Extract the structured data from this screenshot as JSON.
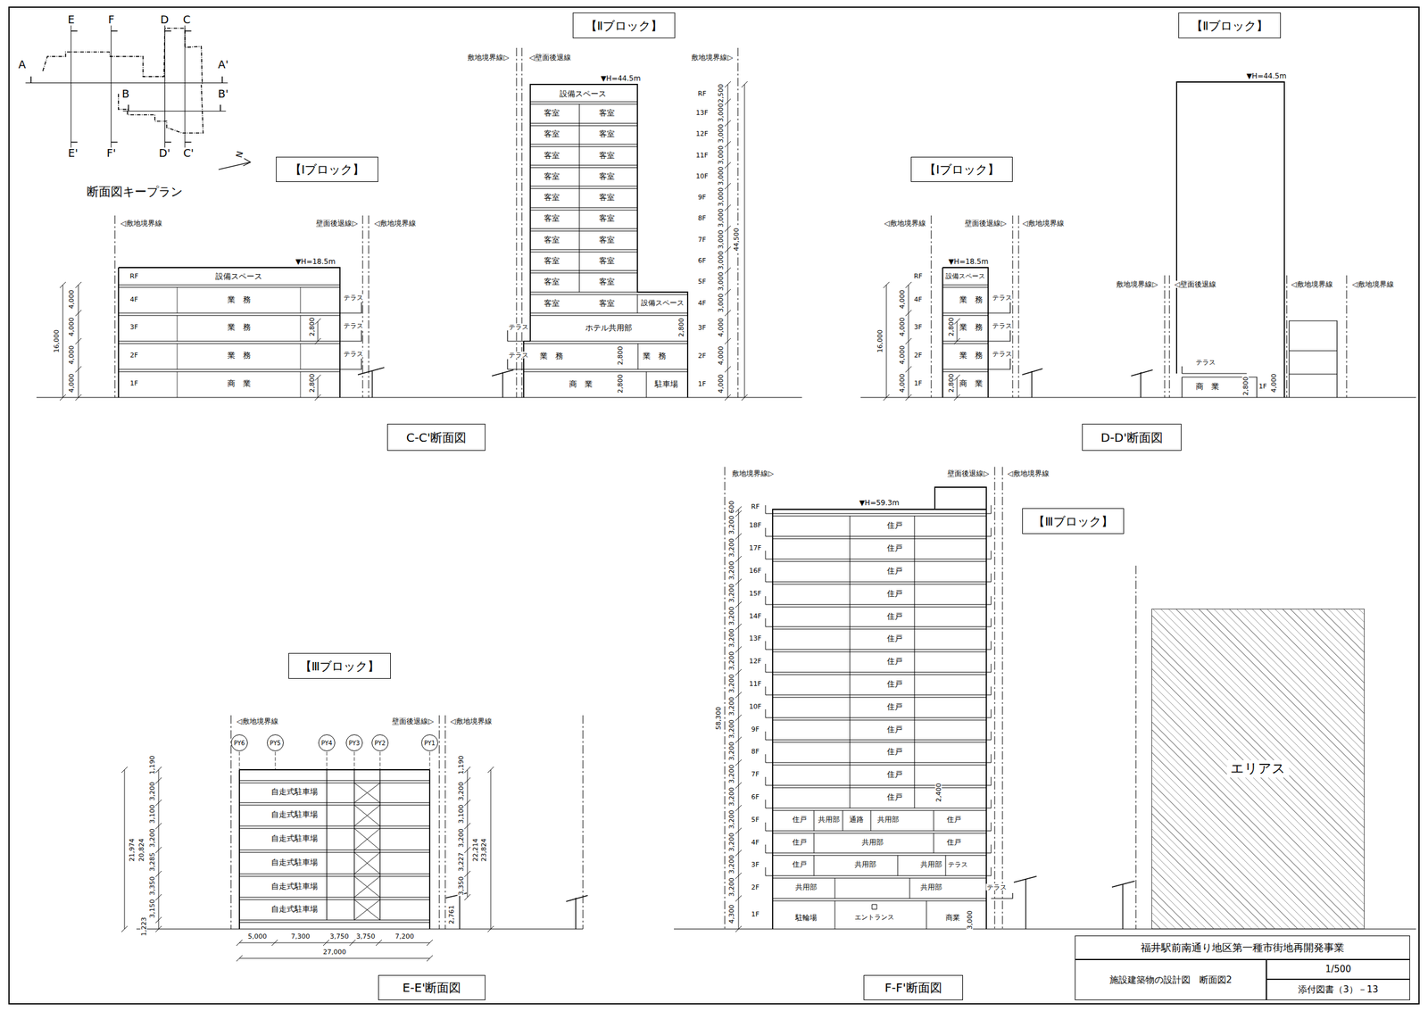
{
  "diagram": {
    "nodes": [
      {
        "text": [
          "【Ⅱブロック】"
        ]
      },
      {
        "text": [
          "【Ⅱブロック】"
        ]
      },
      {
        "text": [
          "【Ⅰブロック】"
        ]
      },
      {
        "text": [
          "【Ⅰブロック】"
        ]
      },
      {
        "text": [
          "C-C'断面図"
        ]
      },
      {
        "text": [
          "D-D'断面図"
        ]
      },
      {
        "text": [
          "【Ⅲブロック】"
        ]
      },
      {
        "text": [
          "エリアス"
        ]
      },
      {
        "text": [
          "【Ⅲブロック】"
        ]
      },
      {
        "text": [
          "PY6"
        ]
      },
      {
        "text": [
          "PY5"
        ]
      },
      {
        "text": [
          "PY4"
        ]
      },
      {
        "text": [
          "PY3"
        ]
      },
      {
        "text": [
          "PY2"
        ]
      },
      {
        "text": [
          "PY1"
        ]
      },
      {
        "text": [
          "福井駅前南通り地区第一種市街地再開発事業"
        ]
      },
      {
        "text": [
          "施設建築物の設計図　断面図2"
        ]
      },
      {
        "text": [
          "1/500"
        ]
      },
      {
        "text": [
          "添付図書（3）－13"
        ]
      },
      {
        "text": [
          "E-E'断面図"
        ]
      },
      {
        "text": [
          "F-F'断面図"
        ]
      }
    ],
    "labels": [
      "E",
      "F",
      "D",
      "C",
      "A",
      "A'",
      "B",
      "B'",
      "E'",
      "F'",
      "D'",
      "C'",
      "断面図キープラン",
      "N",
      "◁敷地境界線",
      "壁面後退線▷",
      "◁敷地境界線",
      "▼H=18.5m",
      "RF",
      "4F",
      "3F",
      "2F",
      "1F",
      "設備スペース",
      "業　務",
      "業　務",
      "業　務",
      "商　業",
      "テラス",
      "テラス",
      "テラス",
      "4,000",
      "4,000",
      "4,000",
      "4,000",
      "16,000",
      "2,800",
      "2,800",
      "敷地境界線▷",
      "◁壁面後退線",
      "敷地境界線▷",
      "▼H=44.5m",
      "RF",
      "13F",
      "12F",
      "11F",
      "10F",
      "9F",
      "8F",
      "7F",
      "6F",
      "5F",
      "4F",
      "3F",
      "2F",
      "1F",
      "2,500",
      "3,000",
      "3,000",
      "3,000",
      "3,000",
      "3,000",
      "3,000",
      "3,000",
      "3,000",
      "3,000",
      "3,000",
      "4,000",
      "4,000",
      "4,000",
      "44,500",
      "設備スペース",
      "客室",
      "客室",
      "客室",
      "客室",
      "客室",
      "客室",
      "客室",
      "客室",
      "客室",
      "客室",
      "客室",
      "客室",
      "客室",
      "客室",
      "客室",
      "客室",
      "客室",
      "客室",
      "客室",
      "客室",
      "設備スペース",
      "テラス",
      "ホテル共用部",
      "テラス",
      "業　務",
      "業　務",
      "商　業",
      "駐車場",
      "2,800",
      "2,800",
      "2,800",
      "◁敷地境界線",
      "壁面後退線▷",
      "◁敷地境界線",
      "▼H=18.5m",
      "RF",
      "4F",
      "3F",
      "2F",
      "1F",
      "設備スペース",
      "業　務",
      "業　務",
      "業　務",
      "商　業",
      "テラス",
      "テラス",
      "テラス",
      "4,000",
      "4,000",
      "4,000",
      "4,000",
      "16,000",
      "2,800",
      "2,800",
      "▼H=44.5m",
      "敷地境界線▷",
      "◁壁面後退線",
      "◁敷地境界線",
      "◁敷地境界線",
      "テラス",
      "商　業",
      "2,800",
      "1F",
      "4,000",
      "敷地境界線▷",
      "壁面後退線▷",
      "◁敷地境界線",
      "▼H=59.3m",
      "RF",
      "18F",
      "17F",
      "16F",
      "15F",
      "14F",
      "13F",
      "12F",
      "11F",
      "10F",
      "9F",
      "8F",
      "7F",
      "6F",
      "5F",
      "4F",
      "3F",
      "2F",
      "1F",
      "600",
      "3,200",
      "3,200",
      "3,200",
      "3,200",
      "3,200",
      "3,200",
      "3,200",
      "3,200",
      "3,200",
      "3,200",
      "3,200",
      "3,200",
      "3,200",
      "3,200",
      "3,200",
      "3,200",
      "3,200",
      "4,300",
      "58,300",
      "住戸",
      "住戸",
      "住戸",
      "住戸",
      "住戸",
      "住戸",
      "住戸",
      "住戸",
      "住戸",
      "住戸",
      "住戸",
      "住戸",
      "住戸",
      "住戸",
      "共用部",
      "通路",
      "共用部",
      "住戸",
      "住戸",
      "共用部",
      "住戸",
      "住戸",
      "共用部",
      "共用部",
      "テラス",
      "共用部",
      "共用部",
      "テラス",
      "駐輪場",
      "エントランス",
      "商業",
      "2,400",
      "3,000",
      "◁敷地境界線",
      "壁面後退線▷",
      "◁敷地境界線",
      "自走式駐車場",
      "自走式駐車場",
      "自走式駐車場",
      "自走式駐車場",
      "自走式駐車場",
      "自走式駐車場",
      "1,190",
      "3,200",
      "3,100",
      "3,200",
      "3,285",
      "3,350",
      "3,150",
      "1,223",
      "21,974",
      "20,824",
      "1,190",
      "3,200",
      "3,100",
      "3,200",
      "3,227",
      "3,350",
      "2,761",
      "22,214",
      "23,824",
      "5,000",
      "7,300",
      "3,750",
      "3,750",
      "7,200",
      "27,000"
    ]
  }
}
